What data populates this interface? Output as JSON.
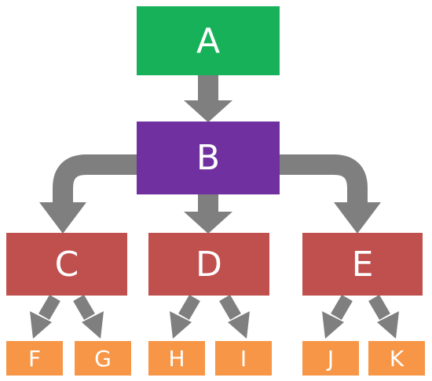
{
  "diagram": {
    "type": "tree",
    "colors": {
      "root": "#17b15a",
      "level1": "#7030a0",
      "level2": "#c0504d",
      "leaf": "#f79646",
      "arrow": "#7f7f7f",
      "text": "#ffffff"
    },
    "nodes": {
      "a": {
        "label": "A"
      },
      "b": {
        "label": "B"
      },
      "c": {
        "label": "C"
      },
      "d": {
        "label": "D"
      },
      "e": {
        "label": "E"
      },
      "f": {
        "label": "F"
      },
      "g": {
        "label": "G"
      },
      "h": {
        "label": "H"
      },
      "i": {
        "label": "I"
      },
      "j": {
        "label": "J"
      },
      "k": {
        "label": "K"
      }
    },
    "edges": [
      [
        "A",
        "B"
      ],
      [
        "B",
        "C"
      ],
      [
        "B",
        "D"
      ],
      [
        "B",
        "E"
      ],
      [
        "C",
        "F"
      ],
      [
        "C",
        "G"
      ],
      [
        "D",
        "H"
      ],
      [
        "D",
        "I"
      ],
      [
        "E",
        "J"
      ],
      [
        "E",
        "K"
      ]
    ]
  }
}
